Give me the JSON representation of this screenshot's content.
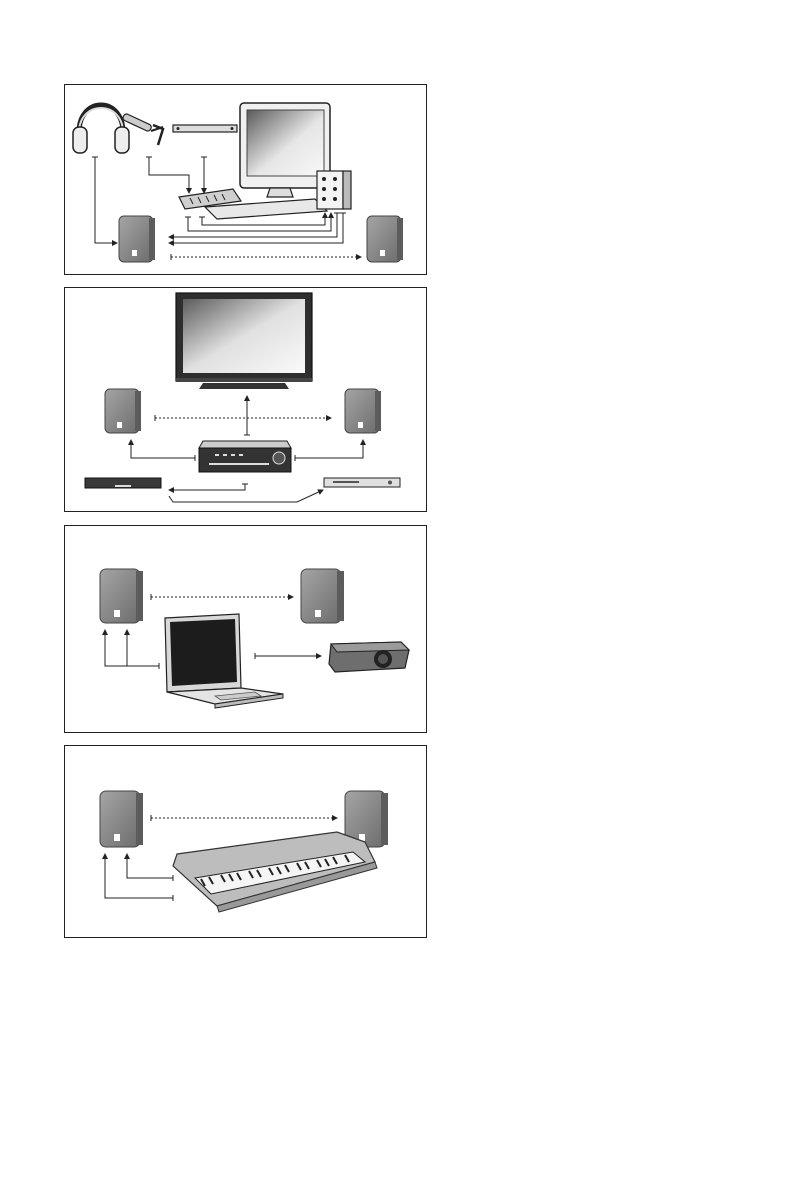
{
  "panels": [
    {
      "name": "studio-setup",
      "devices": [
        "headphones-icon",
        "microphone-icon",
        "rack-unit-icon",
        "monitor-icon",
        "mixer-icon",
        "audio-interface-icon",
        "speaker-left-icon",
        "speaker-right-icon"
      ]
    },
    {
      "name": "home-theater-setup",
      "devices": [
        "tv-icon",
        "speaker-left-icon",
        "speaker-right-icon",
        "av-receiver-icon",
        "set-top-box-icon",
        "dvd-player-icon"
      ]
    },
    {
      "name": "laptop-presentation-setup",
      "devices": [
        "speaker-left-icon",
        "speaker-right-icon",
        "laptop-icon",
        "projector-icon"
      ]
    },
    {
      "name": "keyboard-setup",
      "devices": [
        "speaker-left-icon",
        "speaker-right-icon",
        "keyboard-icon"
      ]
    }
  ],
  "colors": {
    "line": "#222222",
    "speaker_body": "#7d7d7d",
    "speaker_face": "#9a9a9a",
    "device_gray": "#c8c8c8",
    "screen_light": "#f2f2f2",
    "screen_dark": "#5a5a5a"
  }
}
